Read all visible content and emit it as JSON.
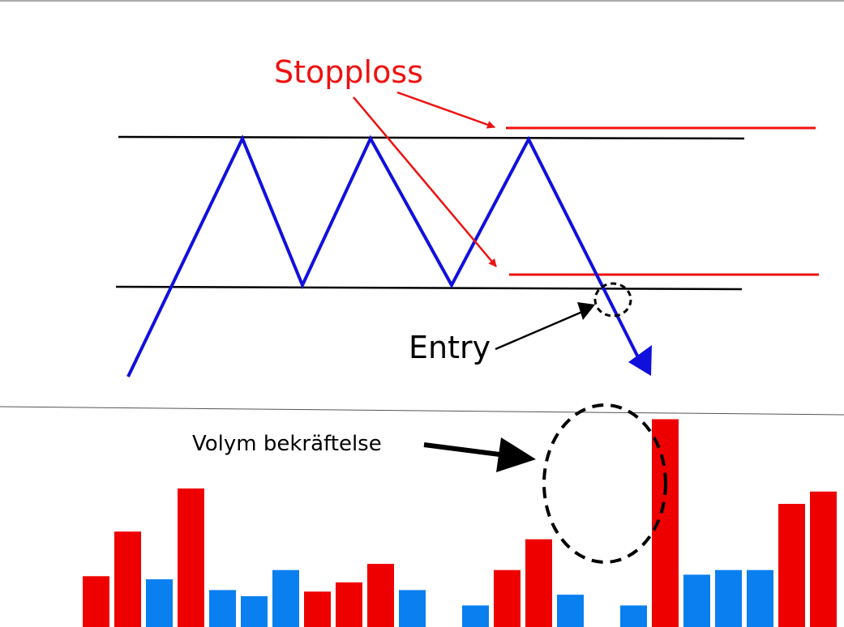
{
  "labels": {
    "stoploss": "Stopploss",
    "entry": "Entry",
    "volume_confirmation": "Volym bekräftelse"
  },
  "colors": {
    "price_line": "#1010dd",
    "stop_line": "#ee1111",
    "level_line": "#000000",
    "volume_up": "#ee0000",
    "volume_down": "#0a7ff0",
    "arrow_black": "#000000",
    "arrow_red": "#ee1111"
  },
  "chart_data": {
    "type": "bar",
    "volume_bars": [
      {
        "value": 0.33,
        "direction": "up"
      },
      {
        "value": 0.62,
        "direction": "up"
      },
      {
        "value": 0.31,
        "direction": "down"
      },
      {
        "value": 0.9,
        "direction": "up"
      },
      {
        "value": 0.24,
        "direction": "down"
      },
      {
        "value": 0.2,
        "direction": "down"
      },
      {
        "value": 0.37,
        "direction": "down"
      },
      {
        "value": 0.23,
        "direction": "up"
      },
      {
        "value": 0.29,
        "direction": "up"
      },
      {
        "value": 0.41,
        "direction": "up"
      },
      {
        "value": 0.24,
        "direction": "down"
      },
      {
        "value": 0.0,
        "direction": "none"
      },
      {
        "value": 0.14,
        "direction": "down"
      },
      {
        "value": 0.37,
        "direction": "up"
      },
      {
        "value": 0.57,
        "direction": "up"
      },
      {
        "value": 0.21,
        "direction": "down"
      },
      {
        "value": 0.0,
        "direction": "none"
      },
      {
        "value": 0.14,
        "direction": "down"
      },
      {
        "value": 1.35,
        "direction": "up"
      },
      {
        "value": 0.34,
        "direction": "down"
      },
      {
        "value": 0.37,
        "direction": "down"
      },
      {
        "value": 0.37,
        "direction": "down"
      },
      {
        "value": 0.8,
        "direction": "up"
      },
      {
        "value": 0.88,
        "direction": "up"
      }
    ]
  }
}
